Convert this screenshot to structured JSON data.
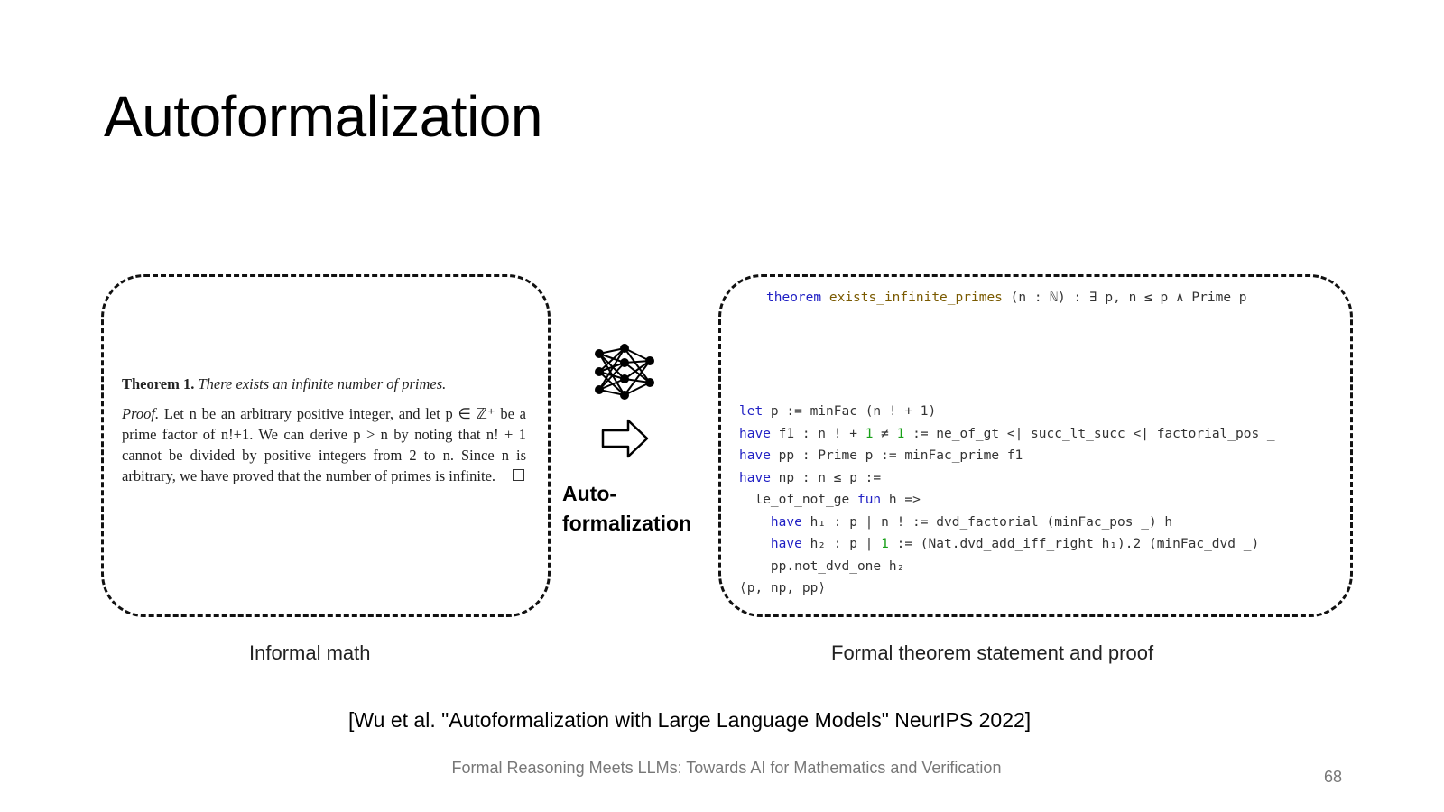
{
  "slide": {
    "title": "Autoformalization",
    "citation": "[Wu et al. \"Autoformalization with Large Language Models\" NeurIPS 2022]",
    "footer": "Formal Reasoning Meets LLMs: Towards AI for Mathematics and Verification",
    "page_number": "68"
  },
  "informal": {
    "theorem_label": "Theorem 1.",
    "theorem_statement": "There exists an infinite number of primes.",
    "proof_label": "Proof.",
    "proof_text": "Let n be an arbitrary positive integer, and let p ∈ ℤ⁺ be a prime factor of n!+1. We can derive p > n by noting that n! + 1 cannot be divided by positive integers from 2 to n. Since n is arbitrary, we have proved that the number of primes is infinite.",
    "caption": "Informal math"
  },
  "middle": {
    "label_line1": "Auto-",
    "label_line2": "formalization",
    "nn_icon": "neural-network-icon",
    "arrow_icon": "right-arrow-icon"
  },
  "formal": {
    "caption": "Formal theorem statement and proof",
    "statement": {
      "kw": "theorem",
      "name": "exists_infinite_primes",
      "rest": " (n : ℕ) : ∃ p, n ≤ p ∧ Prime p"
    },
    "proof": {
      "l1": {
        "kw": "let",
        "rest": " p := minFac (n ! + 1)"
      },
      "l2": {
        "kw": "have",
        "a": " f1 : n ! + ",
        "n1": "1",
        "b": " ≠ ",
        "n2": "1",
        "c": " := ne_of_gt <| succ_lt_succ <| factorial_pos _"
      },
      "l3": {
        "kw": "have",
        "rest": " pp : Prime p := minFac_prime f1"
      },
      "l4": {
        "kw": "have",
        "rest": " np : n ≤ p :="
      },
      "l5": {
        "a": "le_of_not_ge ",
        "kw": "fun",
        "b": " h =>"
      },
      "l6": {
        "kw": "have",
        "rest": " h₁ : p ∣ n ! := dvd_factorial (minFac_pos _) h"
      },
      "l7": {
        "kw": "have",
        "a": " h₂ : p ∣ ",
        "n1": "1",
        "b": " := (Nat.dvd_add_iff_right h₁).2 (minFac_dvd _)"
      },
      "l8": {
        "rest": "pp.not_dvd_one h₂"
      },
      "l9": {
        "rest": "⟨p, np, pp⟩"
      }
    }
  }
}
